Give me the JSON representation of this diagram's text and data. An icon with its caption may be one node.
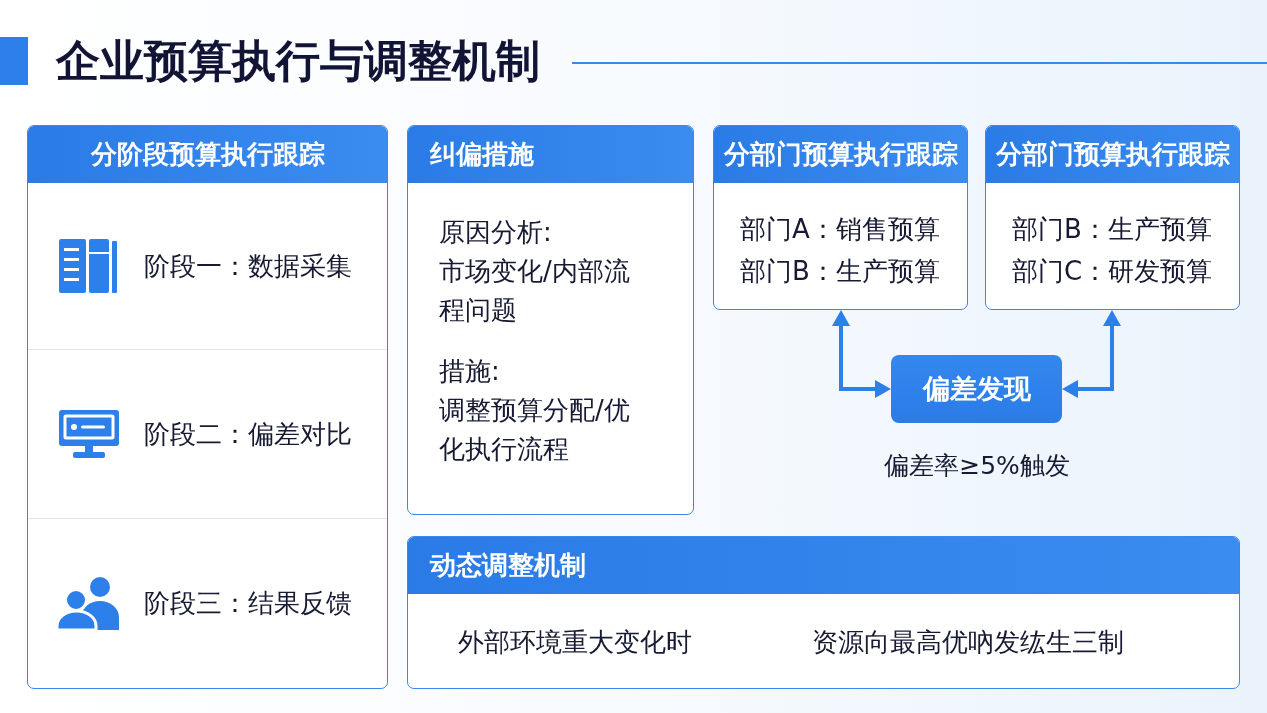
{
  "diagram": {
    "title": "企业预算执行与调整机制",
    "nodes": [
      {
        "text": [
          "分阶段预算执行跟踪"
        ]
      },
      {
        "text": [
          "阶段一：数据采集"
        ],
        "in": 0
      },
      {
        "text": [
          "阶段二：偏差对比"
        ],
        "in": 0
      },
      {
        "text": [
          "阶段三：结果反馈"
        ],
        "in": 0
      },
      {
        "text": [
          "纠偏措施",
          "原因分析:",
          "市场变化/内部流程问题",
          "措施:",
          "调整预算分配/优化执行流程"
        ]
      },
      {
        "text": [
          "分部门预算执行跟踪",
          "部门A：销售预算",
          "部门B：生产预算"
        ]
      },
      {
        "text": [
          "分部门预算执行跟踪",
          "部门B：生产预算",
          "部门C：研发预算"
        ]
      },
      {
        "text": [
          "偏差发现"
        ],
        "beside": [
          "偏差率≥5%触发"
        ]
      },
      {
        "text": [
          "动态调整机制",
          "外部环境重大变化时",
          "资源向最高优吶发纮生三制"
        ]
      }
    ],
    "edges": [
      {
        "from": 7,
        "to": 5,
        "arrow": "both"
      },
      {
        "from": 7,
        "to": 6,
        "arrow": "both"
      }
    ]
  }
}
